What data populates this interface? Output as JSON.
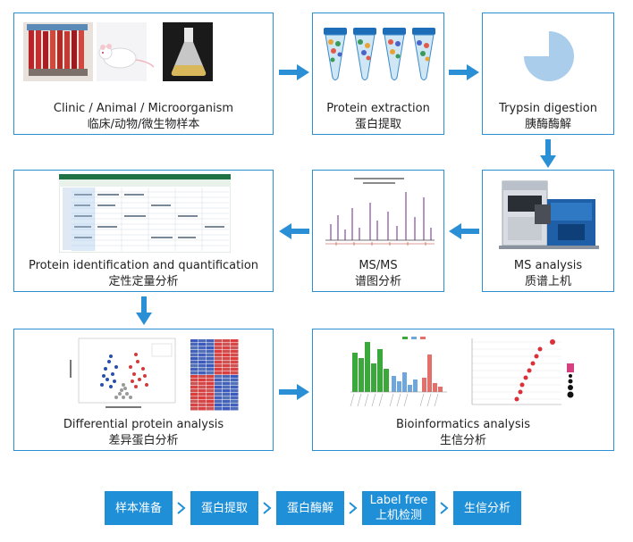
{
  "flow": [
    {
      "id": "sample",
      "en": "Clinic / Animal / Microorganism",
      "zh": "临床/动物/微生物样本"
    },
    {
      "id": "extraction",
      "en": "Protein extraction",
      "zh": "蛋白提取"
    },
    {
      "id": "digestion",
      "en": "Trypsin digestion",
      "zh": "胰酶酶解"
    },
    {
      "id": "ms-analysis",
      "en": "MS analysis",
      "zh": "质谱上机"
    },
    {
      "id": "msms",
      "en": "MS/MS",
      "zh": "谱图分析"
    },
    {
      "id": "identification",
      "en": "Protein identification and quantification",
      "zh": "定性定量分析"
    },
    {
      "id": "differential",
      "en": "Differential protein analysis",
      "zh": "差异蛋白分析"
    },
    {
      "id": "bioinformatics",
      "en": "Bioinformatics analysis",
      "zh": "生信分析"
    }
  ],
  "steps": [
    {
      "line1": "样本准备",
      "line2": ""
    },
    {
      "line1": "蛋白提取",
      "line2": ""
    },
    {
      "line1": "蛋白酶解",
      "line2": ""
    },
    {
      "line1": "Label free",
      "line2": "上机检测"
    },
    {
      "line1": "生信分析",
      "line2": ""
    }
  ],
  "colors": {
    "border": "#2a8fd4",
    "arrow": "#2a8fd4",
    "step": "#1f8fd8",
    "pie": "#a9cdea"
  }
}
